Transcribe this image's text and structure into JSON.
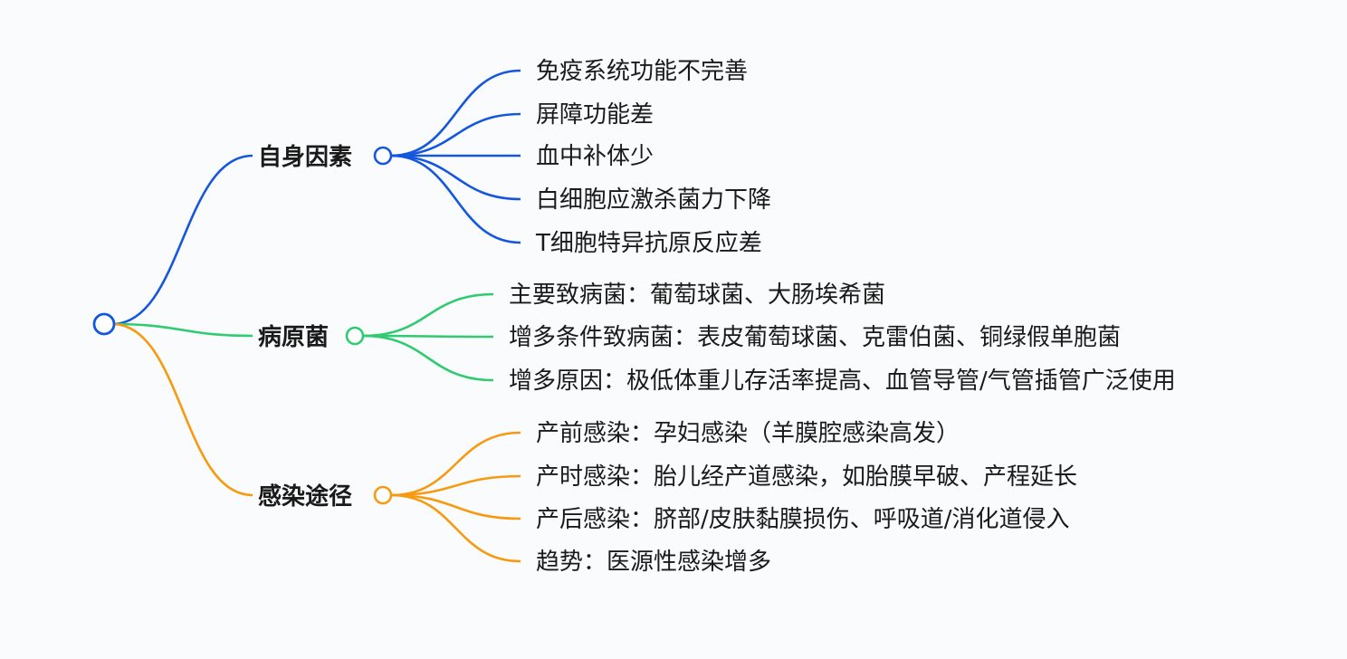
{
  "branches": [
    {
      "label": "自身因素",
      "color": "#1456e0",
      "children": [
        "免疫系统功能不完善",
        "屏障功能差",
        "血中补体少",
        "白细胞应激杀菌力下降",
        "T细胞特异抗原反应差"
      ]
    },
    {
      "label": "病原菌",
      "color": "#2fcb71",
      "children": [
        "主要致病菌：葡萄球菌、大肠埃希菌",
        "增多条件致病菌：表皮葡萄球菌、克雷伯菌、铜绿假单胞菌",
        "增多原因：极低体重儿存活率提高、血管导管/气管插管广泛使用"
      ]
    },
    {
      "label": "感染途径",
      "color": "#f79a12",
      "children": [
        "产前感染：孕妇感染（羊膜腔感染高发）",
        "产时感染：胎儿经产道感染，如胎膜早破、产程延长",
        "产后感染：脐部/皮肤黏膜损伤、呼吸道/消化道侵入",
        "趋势：医源性感染增多"
      ]
    }
  ],
  "root": {
    "color": "#1456e0"
  }
}
